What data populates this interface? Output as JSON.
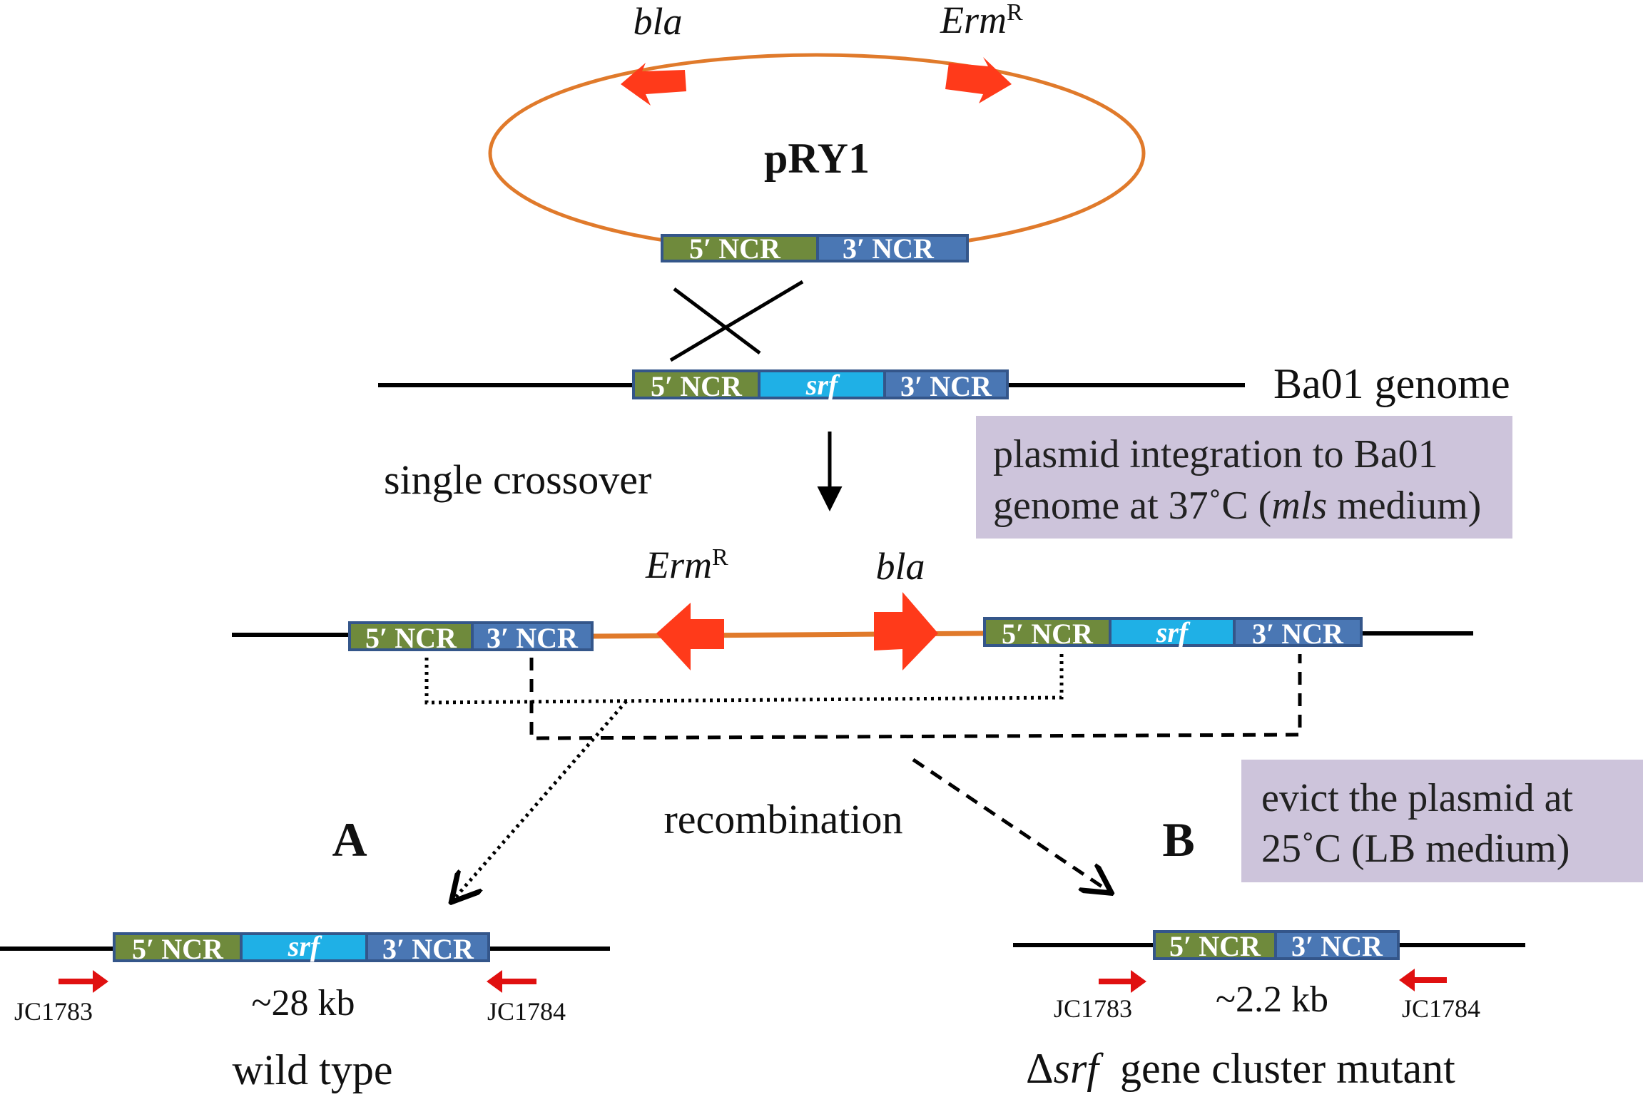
{
  "plasmid": {
    "name": "pRY1",
    "gene_left": "bla",
    "gene_right_base": "Erm",
    "gene_right_sup": "R"
  },
  "segments": {
    "ncr5": "5′ NCR",
    "ncr3": "3′ NCR",
    "srf": "srf"
  },
  "genome": {
    "label": "Ba01 genome"
  },
  "steps": {
    "single_crossover": "single crossover",
    "integration_note_line1": "plasmid integration to Ba01",
    "integration_note_line2_a": "genome at 37˚C (",
    "integration_note_line2_italic": "mls",
    "integration_note_line2_b": " medium)",
    "recombination": "recombination",
    "evict_note_line1": "evict the plasmid at",
    "evict_note_line2": "25˚C (LB medium)"
  },
  "intermediate": {
    "erm_base": "Erm",
    "erm_sup": "R",
    "bla": "bla"
  },
  "outcome_a": {
    "letter": "A",
    "primer_left": "JC1783",
    "primer_right": "JC1784",
    "size": "~28 kb",
    "caption": "wild type"
  },
  "outcome_b": {
    "letter": "B",
    "primer_left": "JC1783",
    "primer_right": "JC1784",
    "size": "~2.2 kb",
    "caption_delta": "Δ",
    "caption_italic": "srf",
    "caption_rest": "  gene cluster mutant"
  },
  "colors": {
    "ncr5_fill": "#6f8a3c",
    "ncr3_fill": "#4a77b4",
    "srf_fill": "#1fb0e6",
    "box_border": "#34568a",
    "plasmid_line": "#e07a2b",
    "arrow_gene": "#ff3a1a",
    "primer_arrow": "#e01010",
    "note_bg": "#cdc4db"
  }
}
